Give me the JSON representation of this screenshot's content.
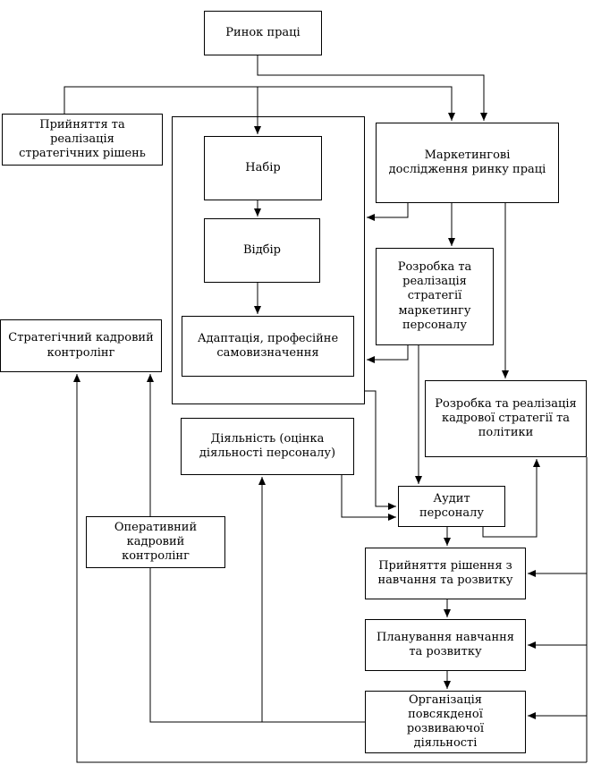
{
  "nodes": {
    "labor_market": "Ринок праці",
    "strategic_decisions": "Прийняття та\nреалізація\nстратегічних рішень",
    "marketing_research": "Маркетингові\nдослідження ринку праці",
    "recruitment": "Набір",
    "selection": "Відбір",
    "adaptation": "Адаптація, професійне\nсамовизначення",
    "personnel_marketing_strategy": "Розробка та\nреалізація\nстратегії\nмаркетингу\nперсоналу",
    "strategic_controlling": "Стратегічний кадровий\nконтролінг",
    "hr_strategy_policy": "Розробка та реалізація\nкадрової стратегії та\nполітики",
    "activity_evaluation": "Діяльність (оцінка\nдіяльності персоналу)",
    "personnel_audit": "Аудит\nперсоналу",
    "operational_controlling": "Оперативний\nкадровий\nконтролінг",
    "training_decision": "Прийняття рішення з\nнавчання та розвитку",
    "training_planning": "Планування навчання\nта розвитку",
    "daily_development": "Організація\nповсякденої\nрозвиваючої\nдіяльності"
  }
}
